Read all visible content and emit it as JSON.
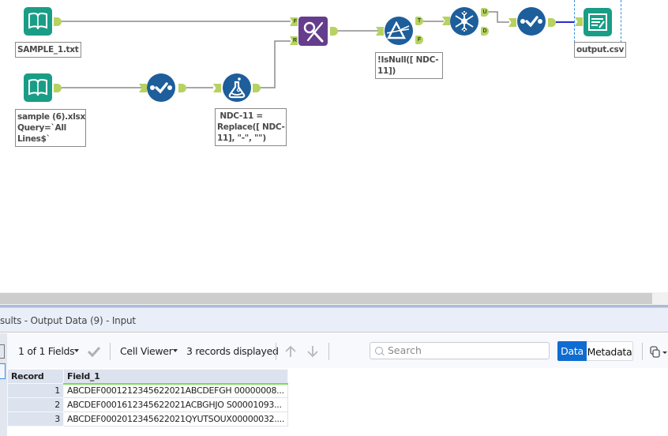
{
  "canvas": {
    "tools": {
      "input1": {
        "type": "input-data",
        "label": "SAMPLE_1.txt"
      },
      "input2": {
        "type": "input-data",
        "label": "sample (6).xlsx\nQuery=`All\nLines$`"
      },
      "select1": {
        "type": "select",
        "label": ""
      },
      "formula": {
        "type": "formula",
        "label": " NDC-11 =\nReplace([ NDC-\n11], \"-\", \"\")"
      },
      "find_replace": {
        "type": "find-replace",
        "label": "",
        "anchors": [
          "F",
          "R"
        ]
      },
      "filter": {
        "type": "filter",
        "label": "!IsNull([ NDC-\n11])",
        "anchors": [
          "T",
          "F"
        ]
      },
      "unique": {
        "type": "unique",
        "label": "",
        "anchors": [
          "U",
          "D"
        ]
      },
      "select2": {
        "type": "select",
        "label": ""
      },
      "output": {
        "type": "output-data",
        "label": "output.csv"
      }
    }
  },
  "results": {
    "title": "sults - Output Data (9) - Input",
    "toolbar": {
      "fields_label": "1 of 1 Fields",
      "cell_viewer_label": "Cell Viewer",
      "records_displayed": "3 records displayed",
      "search_placeholder": "Search",
      "data_tab": "Data",
      "metadata_tab": "Metadata"
    },
    "table": {
      "columns": [
        "Record",
        "Field_1"
      ],
      "rows": [
        {
          "record": "1",
          "field_1": "ABCDEF0001212345622021ABCDEFGH  00000008..."
        },
        {
          "record": "2",
          "field_1": "ABCDEF0001612345622021ACBGHJO  S00001093..."
        },
        {
          "record": "3",
          "field_1": "ABCDEF0002012345622021QYUTSOUX00000032...."
        }
      ]
    }
  },
  "colors": {
    "tool_blue": "#1d5e9b",
    "tool_teal": "#1a9d86",
    "tool_purple": "#653d8c",
    "anchor_green": "#b7d261",
    "accent_blue": "#0f6cd1"
  }
}
